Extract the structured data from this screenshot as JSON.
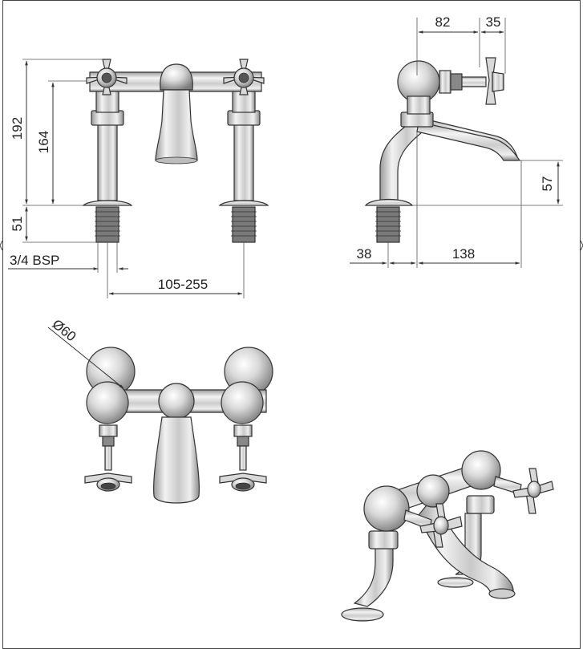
{
  "dimensions": {
    "front": {
      "height_total": "192",
      "height_handle": "164",
      "height_shank": "51",
      "thread": "3/4 BSP",
      "centres": "105-255"
    },
    "side": {
      "offset_body": "82",
      "offset_handle": "35",
      "height_spout": "57",
      "shank_width": "38",
      "reach": "138"
    },
    "top": {
      "diameter": "Ø60"
    }
  },
  "colors": {
    "line": "#333333",
    "metal_light": "#f4f4f4",
    "metal_mid": "#c8c8c8",
    "metal_dark": "#8a8a8a",
    "thread": "#555555"
  }
}
